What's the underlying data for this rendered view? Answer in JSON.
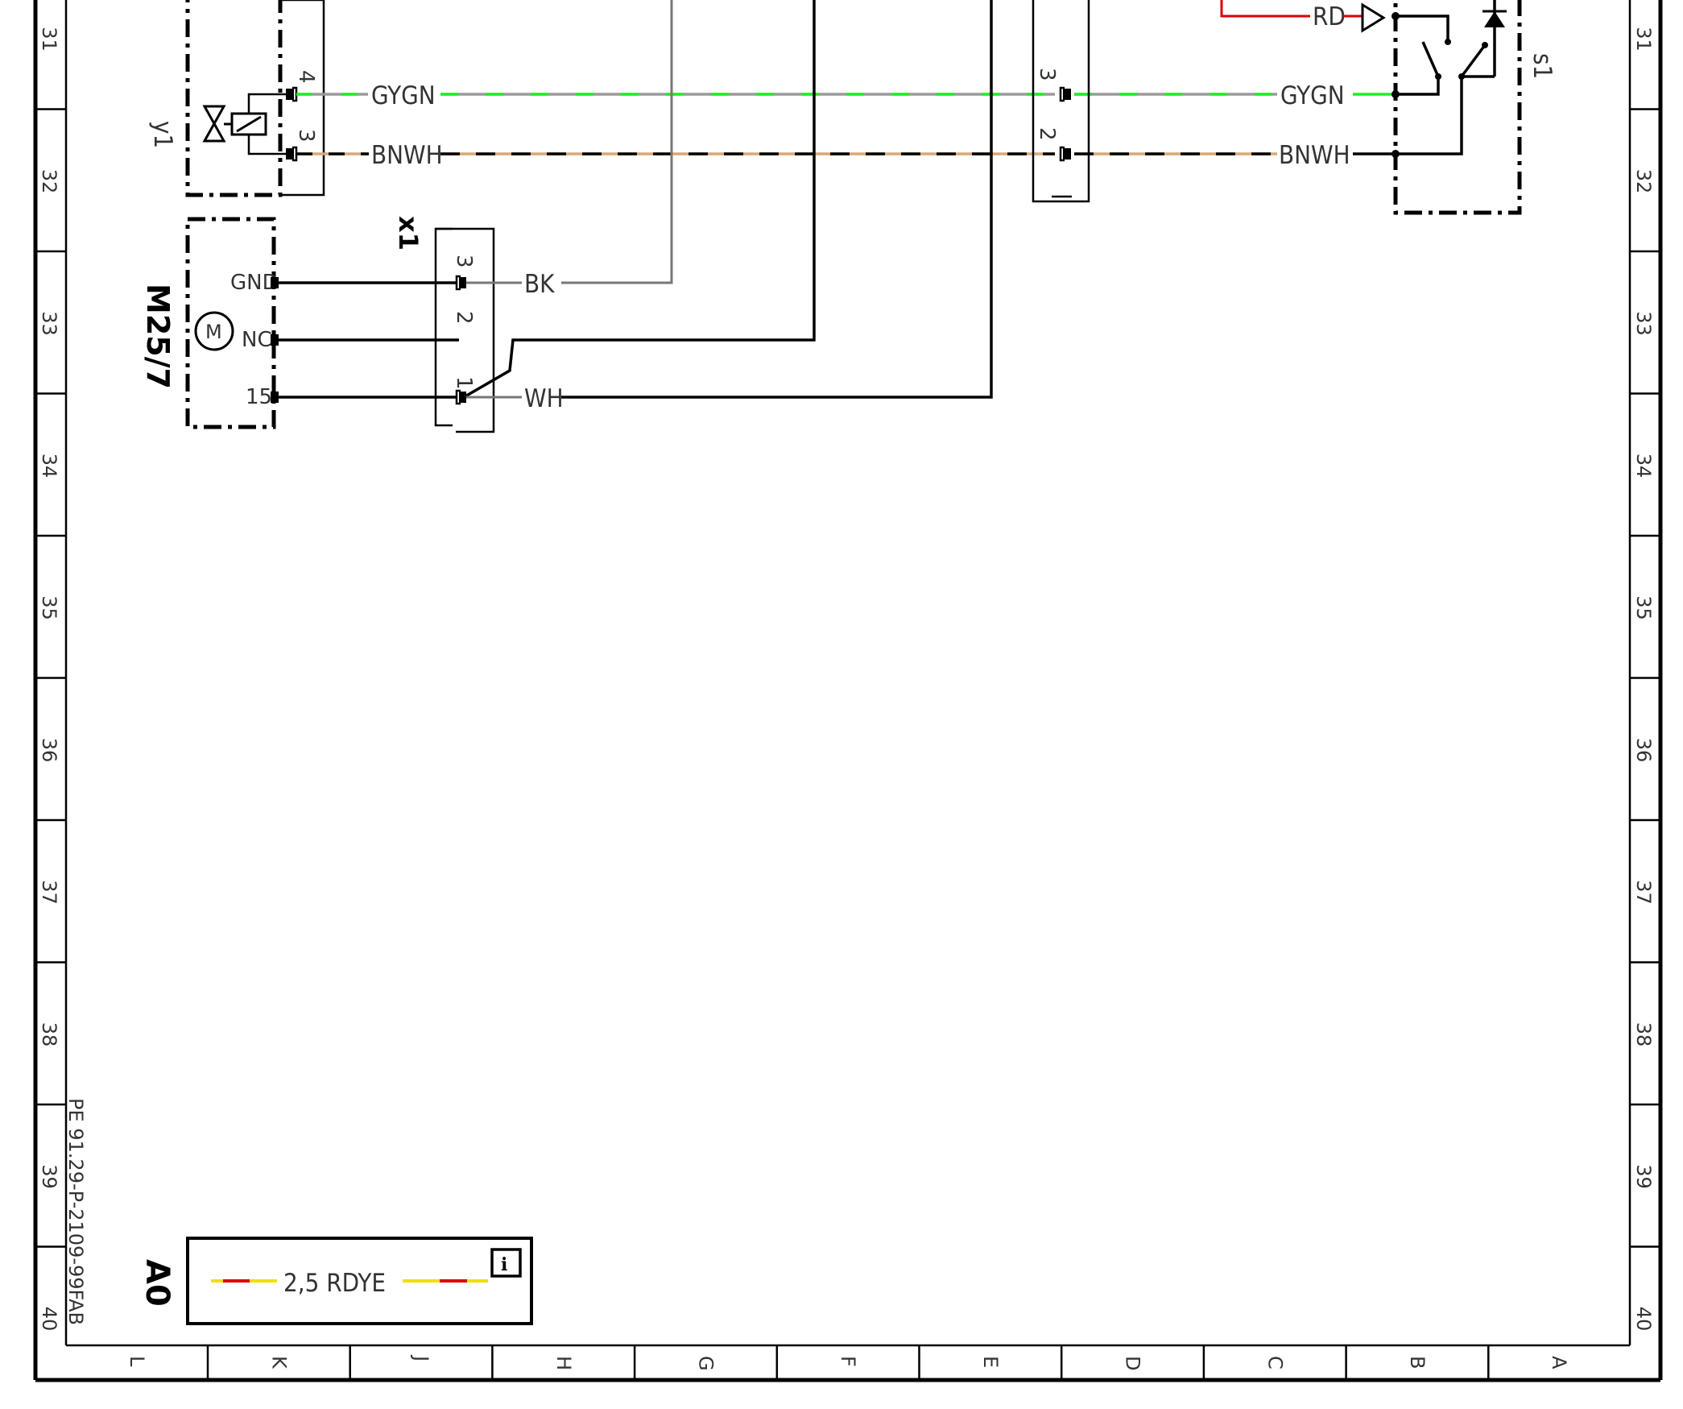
{
  "frame": {
    "row_labels": [
      "31",
      "32",
      "33",
      "34",
      "35",
      "36",
      "37",
      "38",
      "39",
      "40"
    ],
    "column_labels": [
      "L",
      "K",
      "J",
      "H",
      "G",
      "F",
      "E",
      "D",
      "C",
      "B",
      "A"
    ]
  },
  "components": {
    "y1": {
      "id": "y1",
      "pins": [
        "4",
        "3"
      ]
    },
    "m25_7": {
      "id": "M25/7",
      "symbol": "M",
      "pins": [
        "GND",
        "NC",
        "15"
      ]
    },
    "x1": {
      "id": "x1",
      "pins": [
        "3",
        "2",
        "1"
      ]
    },
    "mid_connector": {
      "pins": [
        "3",
        "2"
      ]
    },
    "s1": {
      "id": "s1"
    }
  },
  "wires": {
    "gygn_left": "GYGN",
    "bnwh_left": "BNWH",
    "gygn_right": "GYGN",
    "bnwh_right": "BNWH",
    "bk": "BK",
    "wh": "WH",
    "rd": "RD"
  },
  "legend": {
    "key": "A0",
    "wire_label": "2,5 RDYE",
    "info_icon": "info-icon"
  },
  "document_id": "PE 91.29-P-2109-99FAB",
  "colors": {
    "gygn_gray": "#9a9a9a",
    "gygn_green": "#22ee22",
    "bnwh_brown": "#d8a878",
    "red": "#dd0000",
    "yellow": "#f0e000",
    "ink": "#000000"
  }
}
